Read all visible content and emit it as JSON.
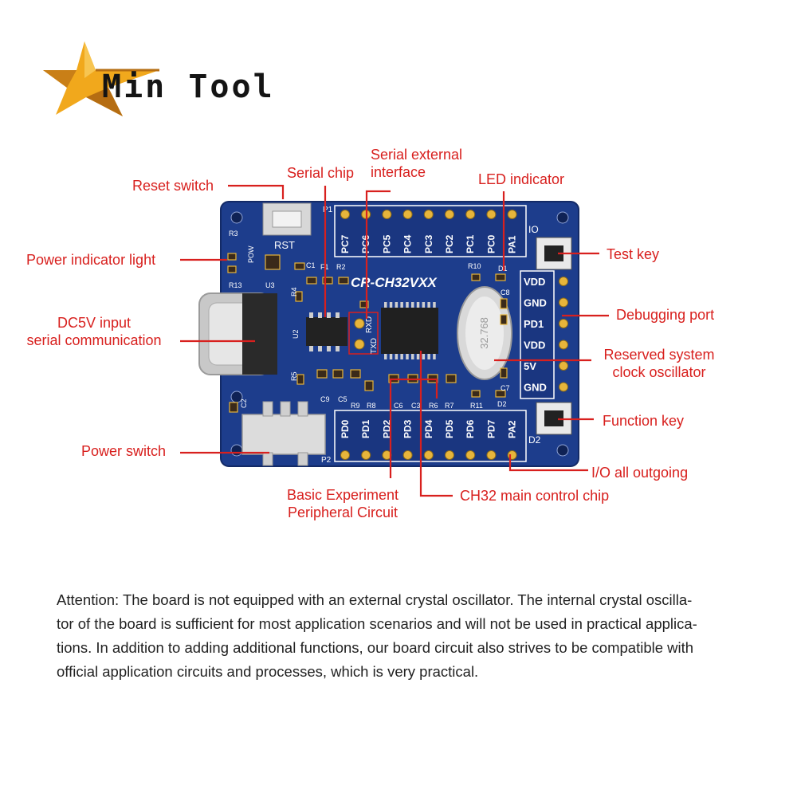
{
  "logo": {
    "text": "Min Tool",
    "colors": {
      "star": "#f1a81c",
      "star_dark": "#b56d12",
      "text": "#141414"
    }
  },
  "colors": {
    "label": "#d8201e",
    "leader": "#d8201e",
    "pcb": "#1d3d8c",
    "pcb_dark": "#132a66",
    "silk": "#ffffff",
    "pad": "#e7b53b",
    "chip": "#222222"
  },
  "board": {
    "silk_title": "CR-CH32VXX",
    "rst_label": "RST",
    "header_p1": "P1",
    "header_p2": "P2",
    "top_pins": [
      "PC7",
      "PC6",
      "PC5",
      "PC4",
      "PC3",
      "PC2",
      "PC1",
      "PC0",
      "PA1"
    ],
    "bottom_pins": [
      "PD0",
      "PD1",
      "PD2",
      "PD3",
      "PD4",
      "PD5",
      "PD6",
      "PD7",
      "PA2"
    ],
    "right_pins": [
      "VDD",
      "GND",
      "PD1",
      "VDD",
      "5V",
      "GND"
    ],
    "key_top_label": "IO",
    "key_bottom_label": "D2",
    "serial_pins": [
      "RXD",
      "TXD"
    ],
    "crystal_text": "32.768",
    "components": [
      "R3",
      "POW",
      "R13",
      "U3",
      "C1",
      "F1",
      "R2",
      "R4",
      "U2",
      "R5",
      "C9",
      "C5",
      "C2",
      "R10",
      "D1",
      "C8",
      "C7",
      "D2",
      "R9",
      "R8",
      "C6",
      "C3",
      "R6",
      "R7",
      "R11"
    ]
  },
  "callouts": [
    {
      "id": "reset-switch",
      "text": "Reset switch"
    },
    {
      "id": "serial-chip",
      "text": "Serial chip"
    },
    {
      "id": "serial-external-interface",
      "line1": "Serial external",
      "line2": "interface"
    },
    {
      "id": "led-indicator",
      "text": "LED indicator"
    },
    {
      "id": "power-indicator-light",
      "text": "Power indicator light"
    },
    {
      "id": "test-key",
      "text": "Test key"
    },
    {
      "id": "debugging-port",
      "text": "Debugging port"
    },
    {
      "id": "dc5v-input",
      "line1": "DC5V input",
      "line2": "serial communication"
    },
    {
      "id": "reserved-oscillator",
      "line1": "Reserved system",
      "line2": "clock oscillator"
    },
    {
      "id": "function-key",
      "text": "Function key"
    },
    {
      "id": "power-switch",
      "text": "Power switch"
    },
    {
      "id": "io-outgoing",
      "text": "I/O all outgoing"
    },
    {
      "id": "basic-experiment",
      "line1": "Basic Experiment",
      "line2": "Peripheral Circuit"
    },
    {
      "id": "main-chip",
      "text": "CH32 main control chip"
    }
  ],
  "note": {
    "lines": [
      "Attention: The board is not equipped with an external crystal oscillator. The internal crystal oscilla-",
      "tor of the board is sufficient for most application scenarios and will not be used in practical applica-",
      "tions. In addition to adding additional functions, our board circuit also strives to be compatible with",
      "official application circuits and processes, which is very practical."
    ]
  }
}
